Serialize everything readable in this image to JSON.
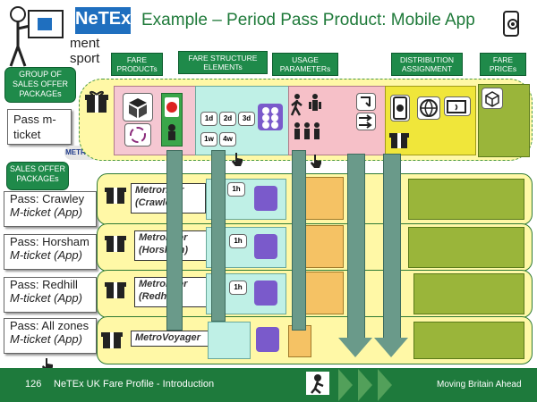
{
  "header": {
    "title": "Example – Period Pass Product: Mobile App",
    "logo_text": "NeTEx",
    "word_ment": "ment",
    "word_sport": "sport"
  },
  "columns": {
    "fare_products": "FARE PRODUCTs",
    "fare_structure": "FARE STRUCTURE ELEMENTs",
    "usage_parameters": "USAGE PARAMETERs",
    "distribution": "DISTRIBUTION ASSIGNMENT",
    "fare_prices": "FARE PRICEs"
  },
  "left_labels": {
    "group_packages": "GROUP OF SALES OFFER PACKAGEs",
    "sales_packages": "SALES OFFER PACKAGEs"
  },
  "group_card": "Pass m-ticket",
  "operator_logo": "METROBUS",
  "ticket_lengths": [
    "1d",
    "2d",
    "3d",
    "1w",
    "4w",
    "1h"
  ],
  "packages": [
    {
      "line1": "Pass: Crawley",
      "line2": "M-ticket (App)",
      "product": "Metrorider (Crawley)"
    },
    {
      "line1": "Pass: Horsham",
      "line2": "M-ticket (App)",
      "product": "Metrorider (Horsham)"
    },
    {
      "line1": "Pass:  Redhill",
      "line2": "M-ticket (App)",
      "product": "Metrorider (Redhill)"
    },
    {
      "line1": "Pass: All zones",
      "line2": "M-ticket (App)",
      "product": "MetroVoyager"
    }
  ],
  "footer": {
    "page_number": "126",
    "title": "NeTEx UK Fare Profile - Introduction",
    "tagline": "Moving Britain Ahead"
  }
}
